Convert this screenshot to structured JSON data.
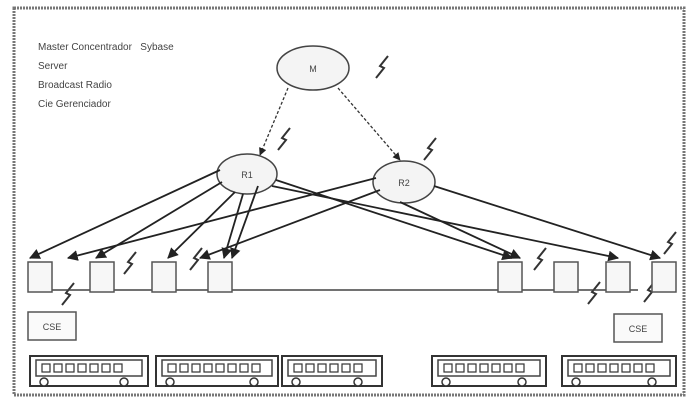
{
  "legend": {
    "line1": "Master Concentrador",
    "line1b": "Sybase",
    "line2": "Server",
    "line3": "Broadcast Radio",
    "line4": "Cie Gerenciador"
  },
  "nodes": {
    "top": "M",
    "left": "R1",
    "right": "R2"
  },
  "boxes": {
    "left_label": "CSE",
    "right_label": "CSE"
  },
  "colors": {
    "line": "#2b2b2b",
    "border": "#7a7a7a",
    "fill": "#f4f4f4",
    "train": "#3a3a3a"
  }
}
